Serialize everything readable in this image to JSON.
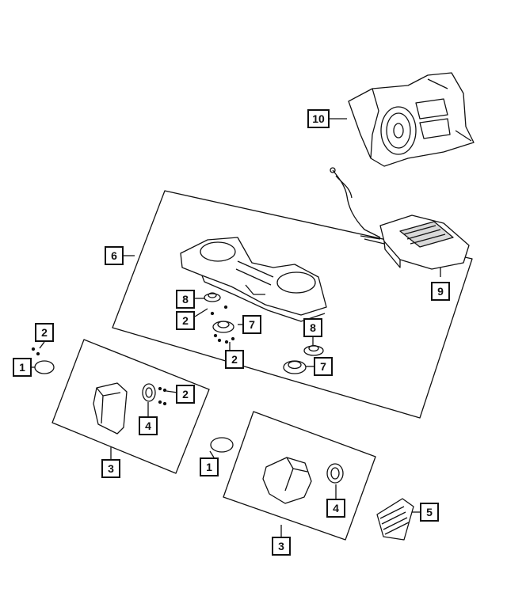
{
  "callouts": [
    {
      "id": "c10",
      "label": "10"
    },
    {
      "id": "c9",
      "label": "9"
    },
    {
      "id": "c6",
      "label": "6"
    },
    {
      "id": "c8a",
      "label": "8"
    },
    {
      "id": "c2a",
      "label": "2"
    },
    {
      "id": "c7a",
      "label": "7"
    },
    {
      "id": "c8b",
      "label": "8"
    },
    {
      "id": "c2b",
      "label": "2"
    },
    {
      "id": "c7b",
      "label": "7"
    },
    {
      "id": "c2c",
      "label": "2"
    },
    {
      "id": "c1a",
      "label": "1"
    },
    {
      "id": "c2d",
      "label": "2"
    },
    {
      "id": "c4a",
      "label": "4"
    },
    {
      "id": "c3a",
      "label": "3"
    },
    {
      "id": "c1b",
      "label": "1"
    },
    {
      "id": "c4b",
      "label": "4"
    },
    {
      "id": "c5",
      "label": "5"
    },
    {
      "id": "c3b",
      "label": "3"
    }
  ],
  "colors": {
    "line": "#111111",
    "fill": "#ffffff",
    "shade": "#d9d9d9"
  }
}
